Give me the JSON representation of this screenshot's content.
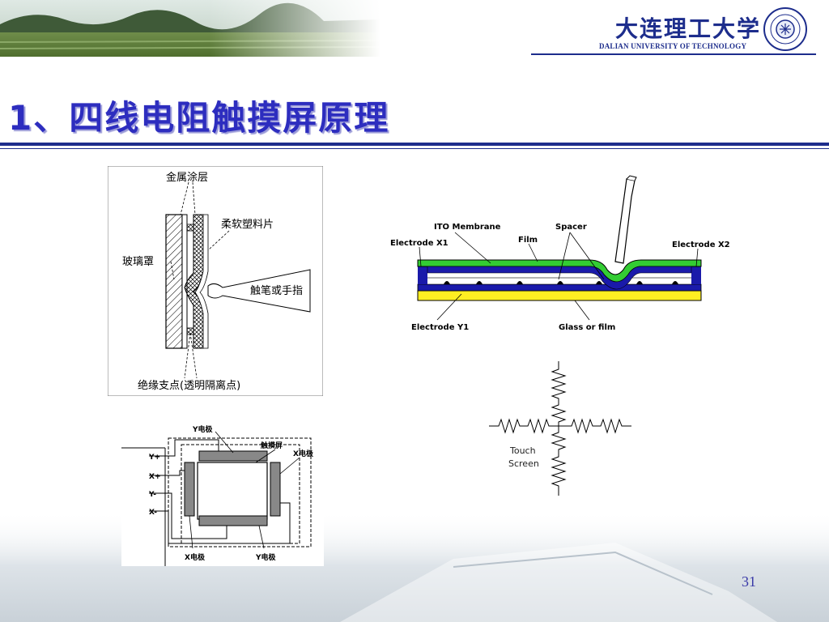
{
  "slide": {
    "title": "1、四线电阻触摸屏原理",
    "page_number": "31"
  },
  "logo": {
    "name_cn": "大连理工大学",
    "name_en": "DALIAN UNIVERSITY OF TECHNOLOGY",
    "seal_icon": "university-seal-icon"
  },
  "colors": {
    "title": "#2d2dbf",
    "rule": "#1d2d8c",
    "film_green": "#33cc33",
    "electrode_blue": "#1a1aaa",
    "glass_yellow": "#ffee22"
  },
  "figure_layers": {
    "metal_coating": "金属涂层",
    "flexible_plastic": "柔软塑料片",
    "glass_cover": "玻璃罩",
    "stylus_or_finger": "触笔或手指",
    "insulating_dots": "绝缘支点(透明隔离点)"
  },
  "figure_cross_section": {
    "ito_membrane": "ITO Membrane",
    "spacer": "Spacer",
    "film": "Film",
    "electrode_x1": "Electrode X1",
    "electrode_x2": "Electrode X2",
    "electrode_y1": "Electrode Y1",
    "glass_or_film": "Glass or film"
  },
  "figure_electrodes": {
    "y_electrode_top": "Y电极",
    "touch_screen": "触摸屏",
    "x_electrode_right": "X电极",
    "x_electrode_bottom": "X电极",
    "y_electrode_bottom": "Y电极",
    "pins": [
      "Y+",
      "X+",
      "Y-",
      "X-"
    ]
  },
  "figure_resistor": {
    "label_line1": "Touch",
    "label_line2": "Screen"
  }
}
